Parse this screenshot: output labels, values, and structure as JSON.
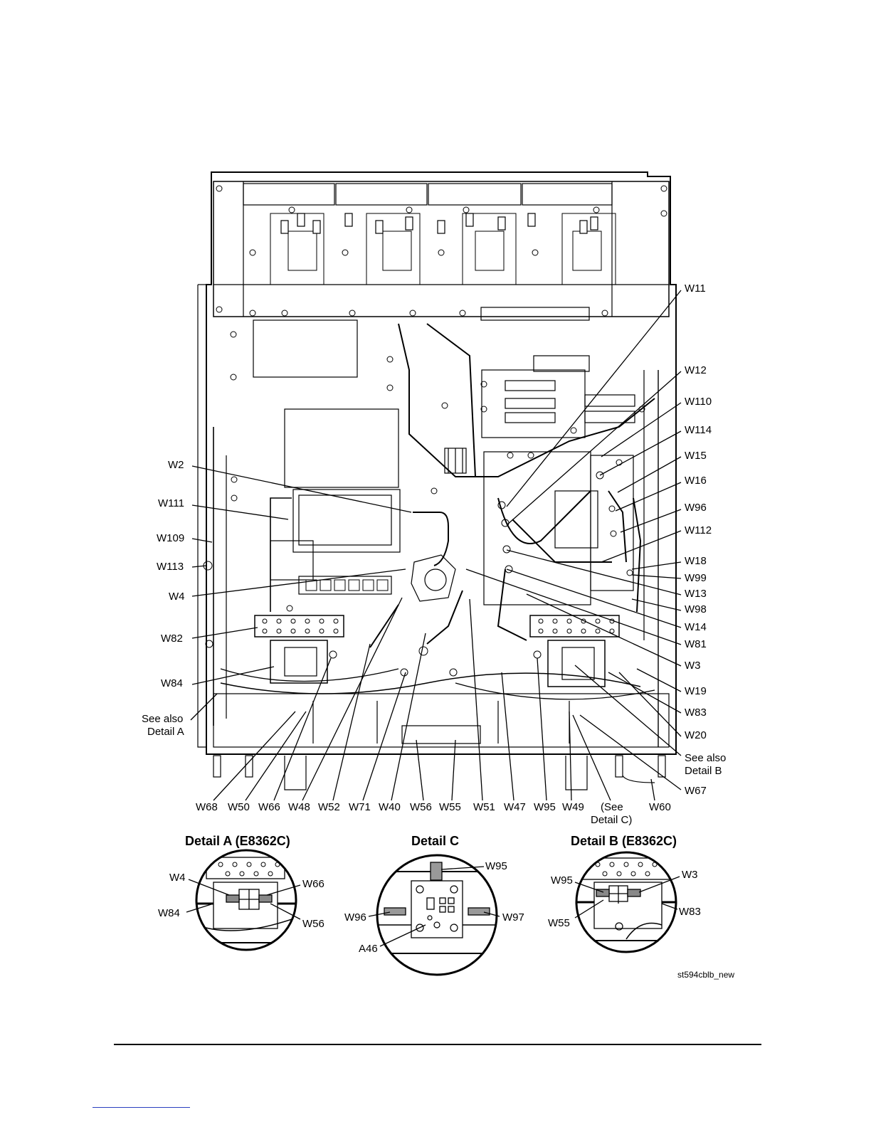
{
  "main_labels": {
    "right": [
      "W11",
      "W12",
      "W110",
      "W114",
      "W15",
      "W16",
      "W96",
      "W112",
      "W18",
      "W99",
      "W13",
      "W98",
      "W14",
      "W81",
      "W3",
      "W19",
      "W83",
      "W20",
      "W67"
    ],
    "right_see_also_b": [
      "See also",
      "Detail B"
    ],
    "left": [
      "W2",
      "W111",
      "W109",
      "W113",
      "W4",
      "W82",
      "W84"
    ],
    "left_see_also_a": [
      "See also",
      "Detail A"
    ],
    "bottom": [
      "W68",
      "W50",
      "W66",
      "W48",
      "W52",
      "W71",
      "W40",
      "W56",
      "W55",
      "W51",
      "W47",
      "W95",
      "W49",
      "W60"
    ],
    "bottom_see_c": [
      "(See",
      "Detail C)"
    ]
  },
  "details": {
    "a": {
      "title": "Detail A (E8362C)",
      "labels": [
        "W4",
        "W66",
        "W84",
        "W56"
      ]
    },
    "c": {
      "title": "Detail C",
      "labels": [
        "W95",
        "W96",
        "W97",
        "A46"
      ]
    },
    "b": {
      "title": "Detail B (E8362C)",
      "labels": [
        "W95",
        "W3",
        "W83",
        "W55"
      ]
    }
  },
  "figure_ref": "st594cblb_new"
}
